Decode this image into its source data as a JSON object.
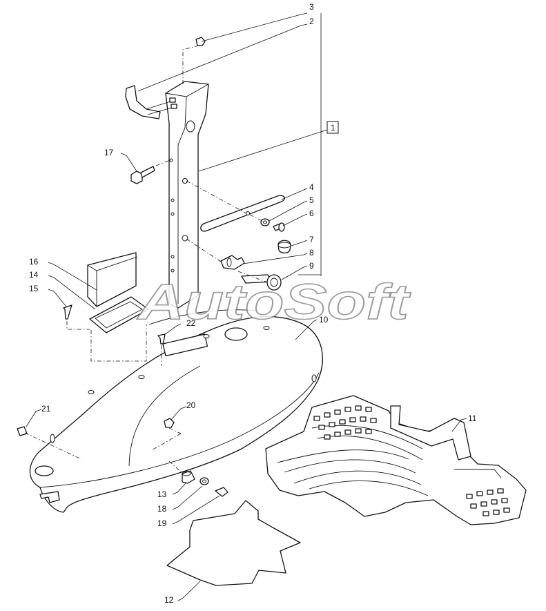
{
  "callouts": {
    "c1": "1",
    "c2": "2",
    "c3": "3",
    "c4": "4",
    "c5": "5",
    "c6": "6",
    "c7": "7",
    "c8": "8",
    "c9": "9",
    "c10": "10",
    "c11": "11",
    "c12": "12",
    "c13": "13",
    "c14": "14",
    "c15": "15",
    "c16": "16",
    "c17": "17",
    "c18": "18",
    "c19": "19",
    "c20": "20",
    "c21": "21",
    "c22": "22"
  },
  "watermark": "AutoSoft"
}
